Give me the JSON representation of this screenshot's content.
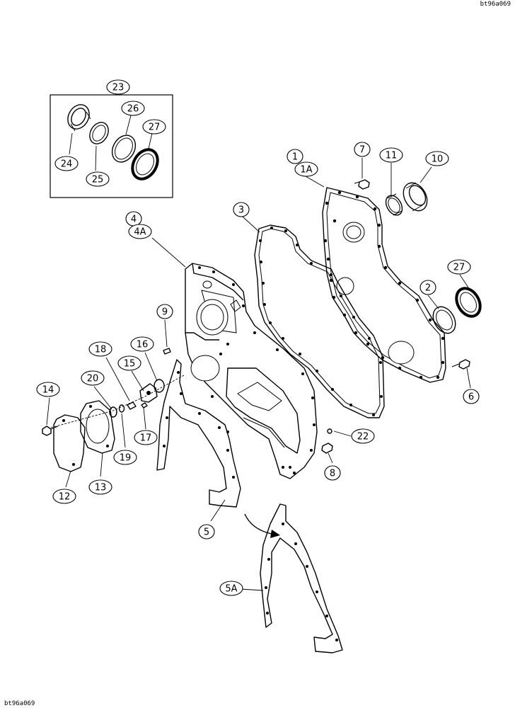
{
  "diagram": {
    "ref_top": "bt96a069",
    "ref_bottom": "bt96a069",
    "callouts": [
      {
        "id": "c23",
        "text": "23"
      },
      {
        "id": "c24",
        "text": "24"
      },
      {
        "id": "c25",
        "text": "25"
      },
      {
        "id": "c26",
        "text": "26"
      },
      {
        "id": "c27a",
        "text": "27"
      },
      {
        "id": "c1",
        "text": "1"
      },
      {
        "id": "c1A",
        "text": "1A"
      },
      {
        "id": "c7",
        "text": "7"
      },
      {
        "id": "c11",
        "text": "11"
      },
      {
        "id": "c10",
        "text": "10"
      },
      {
        "id": "c3",
        "text": "3"
      },
      {
        "id": "c4",
        "text": "4"
      },
      {
        "id": "c4A",
        "text": "4A"
      },
      {
        "id": "c27b",
        "text": "27"
      },
      {
        "id": "c2",
        "text": "2"
      },
      {
        "id": "c9",
        "text": "9"
      },
      {
        "id": "c18",
        "text": "18"
      },
      {
        "id": "c16",
        "text": "16"
      },
      {
        "id": "c15",
        "text": "15"
      },
      {
        "id": "c20",
        "text": "20"
      },
      {
        "id": "c14",
        "text": "14"
      },
      {
        "id": "c6",
        "text": "6"
      },
      {
        "id": "c22",
        "text": "22"
      },
      {
        "id": "c17",
        "text": "17"
      },
      {
        "id": "c19",
        "text": "19"
      },
      {
        "id": "c8",
        "text": "8"
      },
      {
        "id": "c12",
        "text": "12"
      },
      {
        "id": "c13",
        "text": "13"
      },
      {
        "id": "c5",
        "text": "5"
      },
      {
        "id": "c5A",
        "text": "5A"
      }
    ]
  }
}
